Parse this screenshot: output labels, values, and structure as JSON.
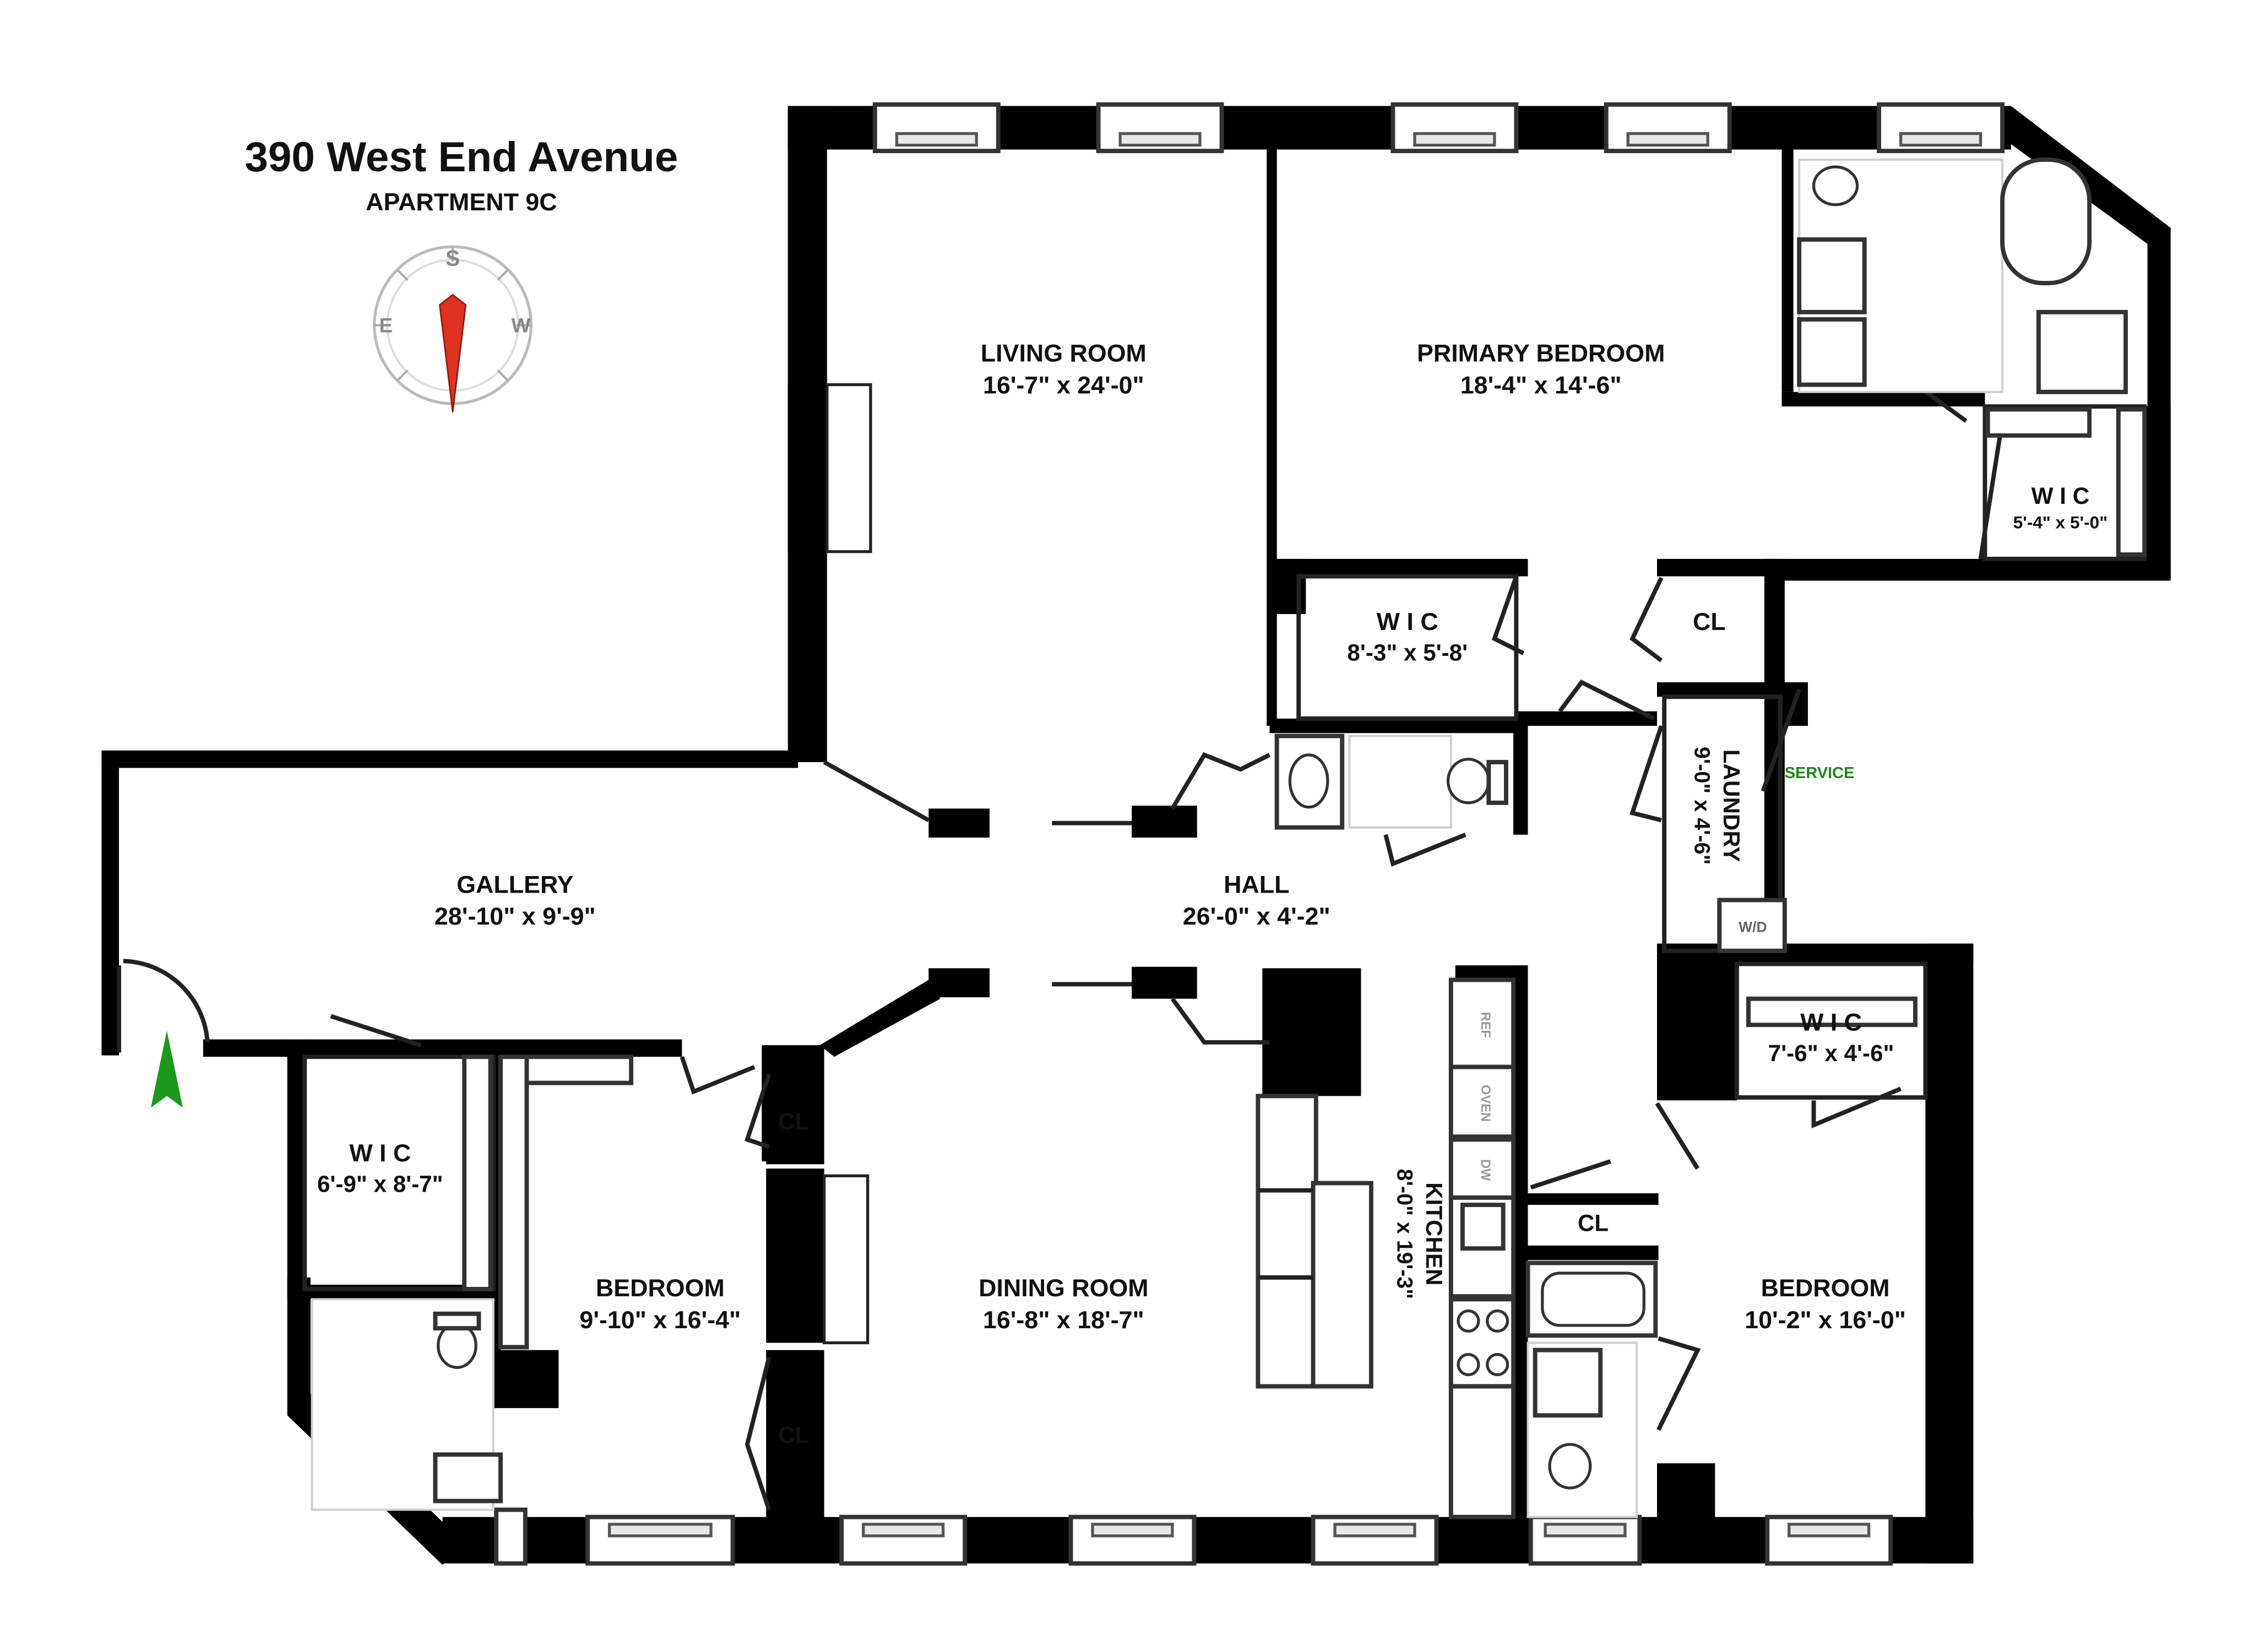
{
  "header": {
    "title": "390 West End Avenue",
    "subtitle": "APARTMENT 9C"
  },
  "compass": {
    "north": "S",
    "east": "E",
    "west": "W",
    "needle_color": "#e0301e"
  },
  "entry_arrow_color": "#1a9a1a",
  "service_color": "#1a8a1a",
  "rooms": {
    "living_room": {
      "name": "LIVING ROOM",
      "dims": "16'-7\" x 24'-0\""
    },
    "primary_bedroom": {
      "name": "PRIMARY BEDROOM",
      "dims": "18'-4\" x 14'-6\""
    },
    "wic_primary": {
      "name": "W I C",
      "dims": "5'-4\" x 5'-0\""
    },
    "wic_center": {
      "name": "W I C",
      "dims": "8'-3\" x 5'-8'"
    },
    "cl_top": {
      "name": "CL"
    },
    "laundry": {
      "name": "LAUNDRY",
      "dims": "9'-0\" x 4'-6\""
    },
    "service": {
      "name": "SERVICE"
    },
    "gallery": {
      "name": "GALLERY",
      "dims": "28'-10\" x 9'-9\""
    },
    "hall": {
      "name": "HALL",
      "dims": "26'-0\" x 4'-2\""
    },
    "wic_left": {
      "name": "W I C",
      "dims": "6'-9\" x 8'-7\""
    },
    "bedroom_left": {
      "name": "BEDROOM",
      "dims": "9'-10\" x 16'-4\""
    },
    "cl_left_upper": {
      "name": "CL"
    },
    "cl_left_lower": {
      "name": "CL"
    },
    "dining_room": {
      "name": "DINING ROOM",
      "dims": "16'-8\" x 18'-7\""
    },
    "kitchen": {
      "name": "KITCHEN",
      "dims": "8'-0\" x 19'-3\""
    },
    "cl_kitchen": {
      "name": "CL"
    },
    "wic_right": {
      "name": "W I C",
      "dims": "7'-6\" x 4'-6\""
    },
    "bedroom_right": {
      "name": "BEDROOM",
      "dims": "10'-2\" x 16'-0\""
    }
  },
  "appliances": {
    "ref": "REF",
    "oven": "OVEN",
    "dw": "DW",
    "wd": "W/D"
  }
}
